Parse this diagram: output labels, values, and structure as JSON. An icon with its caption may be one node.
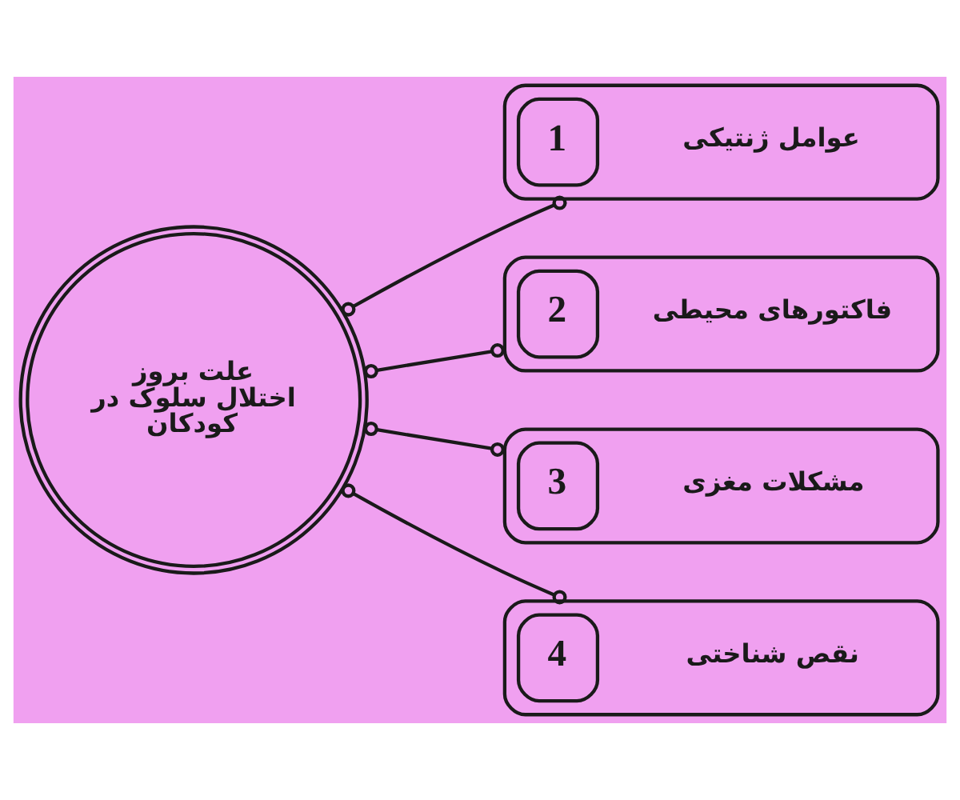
{
  "diagram": {
    "nodes": [
      {
        "text": [
          "علت بروز اختلال سلوک در کودکان"
        ]
      },
      {
        "text": [
          "عوامل ژنتیکی",
          "1"
        ]
      },
      {
        "text": [
          "فاکتورهای محیطی",
          "2"
        ]
      },
      {
        "text": [
          "مشکلات مغزی",
          "3"
        ]
      },
      {
        "text": [
          "نقص شناختی",
          "4"
        ]
      }
    ],
    "edges": [
      {
        "from": 0,
        "to": 1,
        "arrow": "other"
      },
      {
        "from": 0,
        "to": 2,
        "arrow": "other"
      },
      {
        "from": 0,
        "to": 3,
        "arrow": "other"
      },
      {
        "from": 0,
        "to": 4,
        "arrow": "other"
      }
    ]
  }
}
